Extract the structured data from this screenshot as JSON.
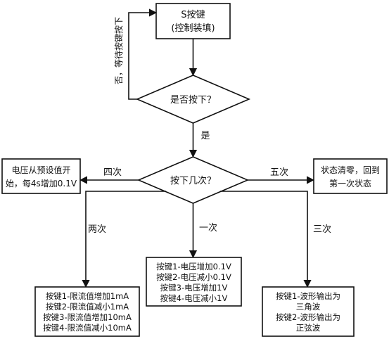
{
  "nodes": {
    "start": {
      "line1": "S按键",
      "line2": "(控制装填)"
    },
    "decision_pressed": {
      "text": "是否按下？"
    },
    "decision_count": {
      "text": "按下几次？"
    },
    "box_left": {
      "line1": "电压从预设值开",
      "line2": "始，每4s增加0.1V"
    },
    "box_right": {
      "line1": "状态清零，回到",
      "line2": "第一次状态"
    },
    "box_two": {
      "lines": [
        "按键1-限流值增加1mA",
        "按键2-限流值减小1mA",
        "按键3-限流值增加10mA",
        "按键4-限流值减小10mA"
      ]
    },
    "box_one": {
      "lines": [
        "按键1-电压增加0.1V",
        "按键2-电压减小0.1V",
        "按键3-电压增加1V",
        "按键4-电压减小1V"
      ]
    },
    "box_three": {
      "lines": [
        "按键1-波形输出为",
        "三角波",
        "按键2-波形输出为",
        "正弦波"
      ]
    }
  },
  "edge_labels": {
    "no_wait": "否，等待按键按下",
    "yes": "是",
    "four": "四次",
    "five": "五次",
    "two": "两次",
    "one": "一次",
    "three": "三次"
  }
}
